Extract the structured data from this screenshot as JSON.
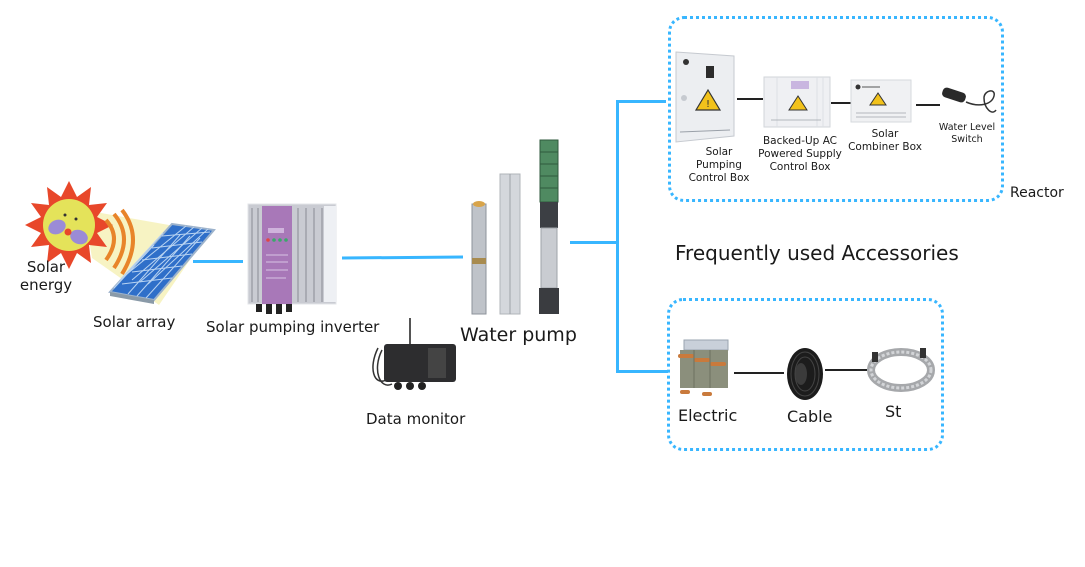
{
  "diagram": {
    "title": "Solar pumping system",
    "colors": {
      "connector": "#38b6ff",
      "group_border": "#38b6ff",
      "link": "#222222"
    },
    "source": {
      "solar_energy": {
        "label_line1": "Solar",
        "label_line2": "energy",
        "icon": "sun-icon"
      },
      "solar_array": {
        "label": "Solar array",
        "icon": "solar-panel-icon"
      }
    },
    "inverter": {
      "label": "Solar pumping inverter",
      "icon": "inverter-icon"
    },
    "data_monitor": {
      "label": "Data monitor",
      "icon": "data-monitor-icon"
    },
    "water_pump": {
      "label": "Water pump",
      "icon": "submersible-pump-icon"
    },
    "accessories_heading": "Frequently used Accessories",
    "group_top": {
      "side_label": "Reactor",
      "items": [
        {
          "label_lines": [
            "Solar",
            "Pumping",
            "Control Box"
          ],
          "icon": "control-box-icon"
        },
        {
          "label_lines": [
            "Backed-Up AC",
            "Powered Supply",
            "Control Box"
          ],
          "icon": "ac-control-box-icon"
        },
        {
          "label_lines": [
            "Solar",
            "Combiner Box"
          ],
          "icon": "combiner-box-icon"
        },
        {
          "label_lines": [
            "Water Level",
            "Switch"
          ],
          "icon": "water-level-switch-icon"
        }
      ]
    },
    "group_bottom": {
      "items": [
        {
          "label": "Electric",
          "icon": "electric-reactor-icon"
        },
        {
          "label": "Cable",
          "icon": "cable-coil-icon"
        },
        {
          "label": "St",
          "icon": "steel-rope-icon"
        }
      ]
    }
  }
}
